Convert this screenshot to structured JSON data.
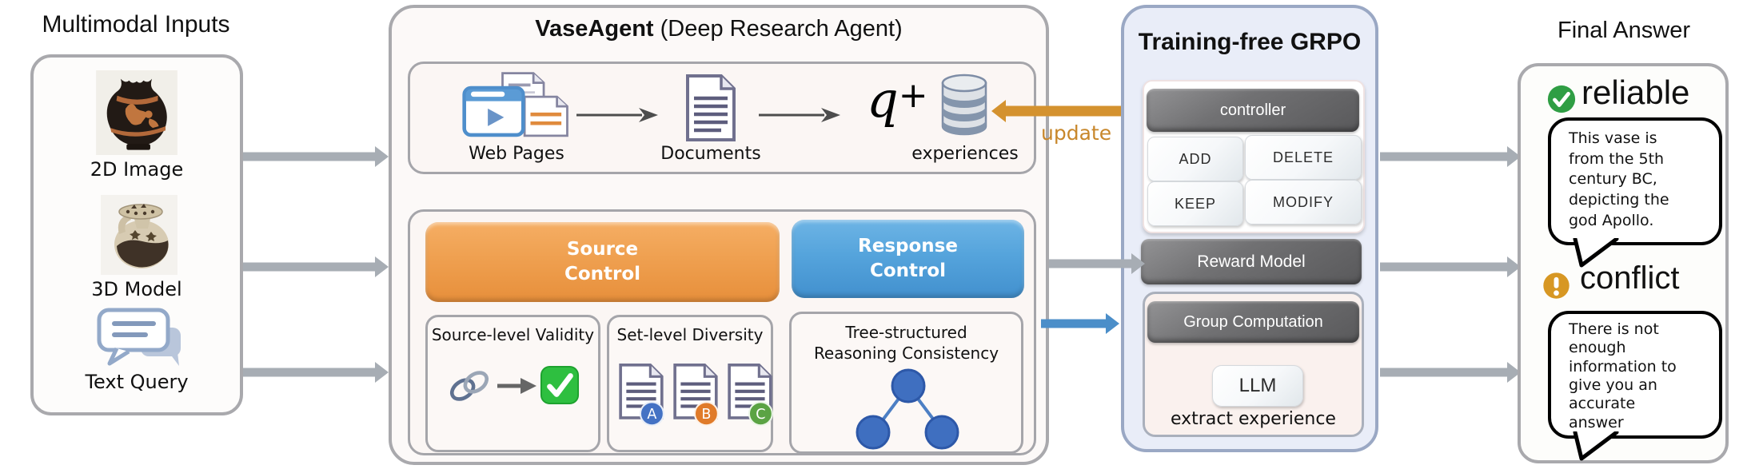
{
  "inputs": {
    "title": "Multimodal Inputs",
    "items": [
      {
        "label": "2D Image"
      },
      {
        "label": "3D Model"
      },
      {
        "label": "Text Query"
      }
    ]
  },
  "vase_agent": {
    "title_bold": "VaseAgent",
    "title_rest": " (Deep Research Agent)",
    "pipeline": {
      "web_pages_label": "Web Pages",
      "documents_label": "Documents",
      "q_symbol": "q",
      "plus_symbol": "+",
      "experiences_label": "experiences"
    },
    "controls": {
      "source_line1": "Source",
      "source_line2": "Control",
      "response_line1": "Response",
      "response_line2": "Control",
      "validity_title": "Source-level Validity",
      "diversity_title": "Set-level Diversity",
      "tree_line1": "Tree-structured",
      "tree_line2": "Reasoning Consistency",
      "badges": [
        "A",
        "B",
        "C"
      ]
    }
  },
  "flow": {
    "update_label": "update"
  },
  "grpo": {
    "title": "Training-free GRPO",
    "controller_label": "controller",
    "ops": [
      "ADD",
      "DELETE",
      "KEEP",
      "MODIFY"
    ],
    "reward_label": "Reward Model",
    "group_label": "Group Computation",
    "llm_label": "LLM",
    "extract_label": "extract experience"
  },
  "final": {
    "title": "Final Answer",
    "reliable_label": "reliable",
    "reliable_text": "This vase is from the 5th century BC, depicting the god Apollo.",
    "conflict_label": "conflict",
    "conflict_text": "There is not enough information to give you an accurate answer"
  },
  "colors": {
    "source_orange": "#efa050",
    "response_blue": "#55a4dc",
    "update_orange": "#d4922f",
    "arrow_gray": "#a7adb4",
    "arrow_blue": "#4b8ec9",
    "dark_button": "#6a6a6c",
    "grpo_bg": "#e9edf8",
    "reliable_green": "#2f9e44",
    "conflict_amber": "#d79723",
    "tree_blue": "#3f6fc0",
    "badge_a": "#4472c4",
    "badge_b": "#e07b2a",
    "badge_c": "#5ba344"
  }
}
